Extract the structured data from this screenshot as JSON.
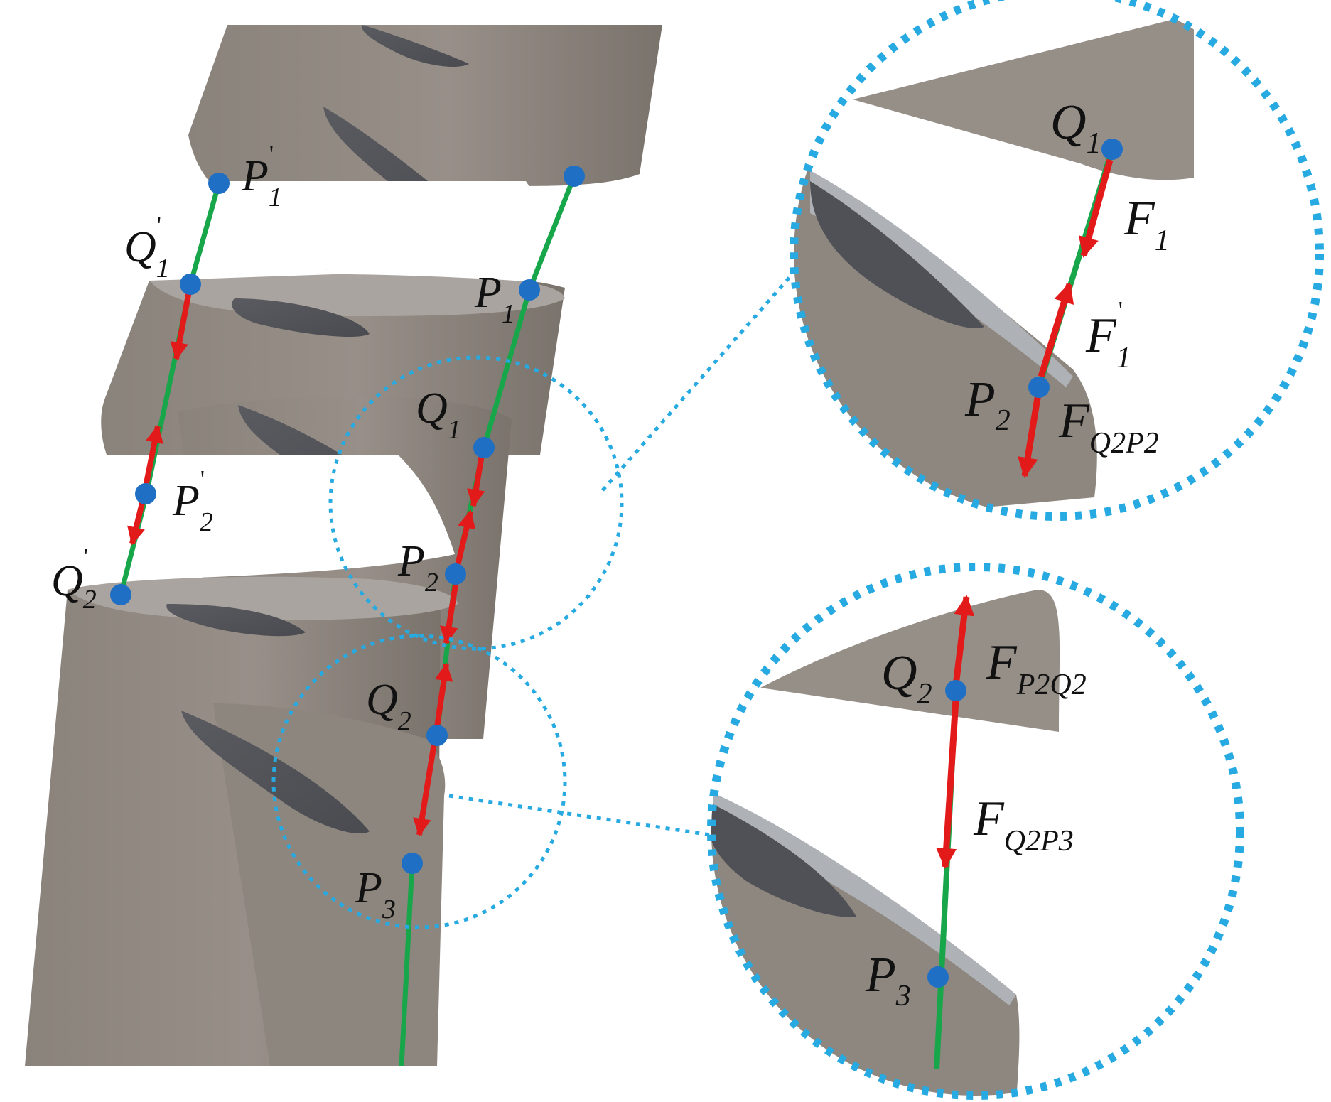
{
  "colors": {
    "body_fill": "#8c857d",
    "body_fill_light": "#a7a09a",
    "body_fill_dark": "#6f6963",
    "slot_fill": "#56575b",
    "slot_rim": "#b7bcc2",
    "cable_green": "#17a64a",
    "force_red": "#e21a1a",
    "point_blue": "#1f6fc4",
    "zoom_circle": "#27aae1"
  },
  "labels": {
    "p1_prime": {
      "base": "P",
      "sub": "1",
      "prime": "'"
    },
    "q1_prime": {
      "base": "Q",
      "sub": "1",
      "prime": "'"
    },
    "p2_prime": {
      "base": "P",
      "sub": "2",
      "prime": "'"
    },
    "q2_prime": {
      "base": "Q",
      "sub": "2",
      "prime": "'"
    },
    "p1": {
      "base": "P",
      "sub": "1"
    },
    "q1": {
      "base": "Q",
      "sub": "1"
    },
    "p2": {
      "base": "P",
      "sub": "2"
    },
    "q2": {
      "base": "Q",
      "sub": "2"
    },
    "p3": {
      "base": "P",
      "sub": "3"
    }
  },
  "zoom_top": {
    "q1": {
      "base": "Q",
      "sub": "1"
    },
    "f1": {
      "base": "F",
      "sub": "1"
    },
    "f1_prime": {
      "base": "F",
      "sub": "1",
      "prime": "'"
    },
    "p2": {
      "base": "P",
      "sub": "2"
    },
    "f_q2p2": {
      "base": "F",
      "sub": "Q2P2"
    }
  },
  "zoom_bottom": {
    "q2": {
      "base": "Q",
      "sub": "2"
    },
    "f_p2q2": {
      "base": "F",
      "sub": "P2Q2"
    },
    "f_q2p3": {
      "base": "F",
      "sub": "Q2P3"
    },
    "p3": {
      "base": "P",
      "sub": "3"
    }
  }
}
